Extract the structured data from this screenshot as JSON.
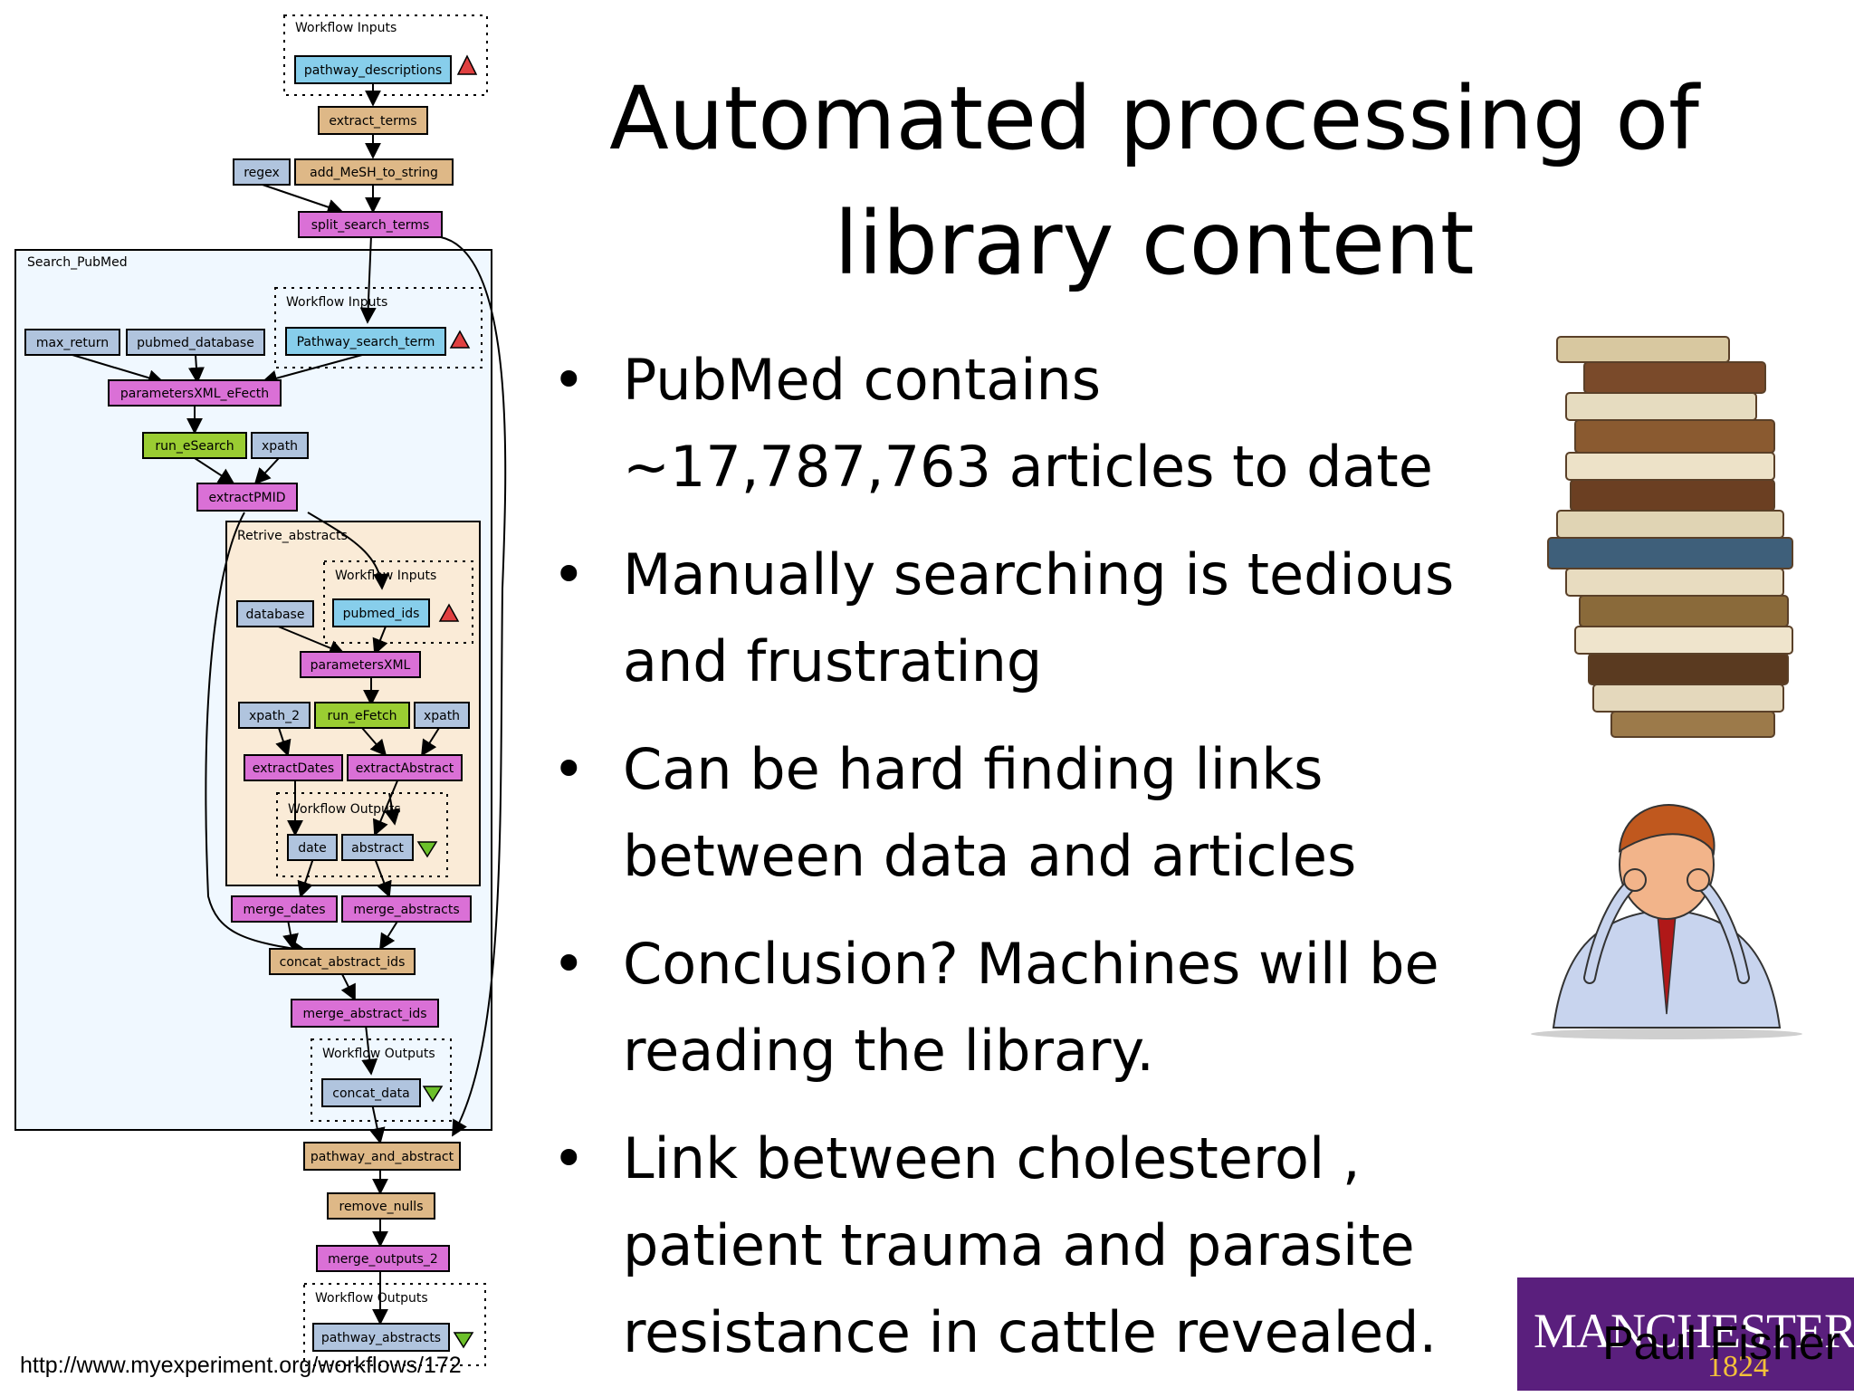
{
  "slide": {
    "title_line1": "Automated processing of",
    "title_line2": "library content",
    "bullets": [
      {
        "line1": "PubMed contains",
        "line2": "~17,787,763 articles to date"
      },
      {
        "line1": "Manually searching is tedious",
        "line2": "and frustrating"
      },
      {
        "line1": "Can be hard finding links",
        "line2": "between data and articles"
      },
      {
        "line1": "Conclusion? Machines will be",
        "line2": "reading the library."
      },
      {
        "line1": "Link between cholesterol ,",
        "line2": "patient trauma and parasite",
        "line3": "resistance in cattle revealed."
      }
    ],
    "url": "http://www.myexperiment.org/workflows/172",
    "author": "Paul Fisher",
    "logo": {
      "name": "MANCHESTER",
      "year": "1824",
      "color": "#5a1f7d"
    }
  },
  "workflow": {
    "colors": {
      "input": "#87ceeb",
      "beanshell": "#deb887",
      "constant": "#b0c4de",
      "soaplab": "#da70d6",
      "wsdl": "#9acd32",
      "nested_outer": "#f0f8ff",
      "nested_inner": "#faebd7"
    },
    "groups": {
      "search_pubmed": "Search_PubMed",
      "retrieve_abstracts": "Retrive_abstracts",
      "workflow_inputs": "Workflow Inputs",
      "workflow_outputs": "Workflow Outputs"
    },
    "nodes": {
      "pathway_descriptions": "pathway_descriptions",
      "extract_terms": "extract_terms",
      "regex": "regex",
      "add_mesh": "add_MeSH_to_string",
      "split_search_terms": "split_search_terms",
      "max_return": "max_return",
      "pubmed_database": "pubmed_database",
      "pathway_search_term": "Pathway_search_term",
      "parametersXML_eFecth": "parametersXML_eFecth",
      "run_eSearch": "run_eSearch",
      "xpath": "xpath",
      "extractPMID": "extractPMID",
      "database": "database",
      "pubmed_ids": "pubmed_ids",
      "parametersXML": "parametersXML",
      "xpath_2": "xpath_2",
      "run_eFetch": "run_eFetch",
      "xpath_b": "xpath",
      "extractDates": "extractDates",
      "extractAbstract": "extractAbstract",
      "date": "date",
      "abstract": "abstract",
      "merge_dates": "merge_dates",
      "merge_abstracts": "merge_abstracts",
      "concat_abstract_ids": "concat_abstract_ids",
      "merge_abstract_ids": "merge_abstract_ids",
      "concat_data": "concat_data",
      "pathway_and_abstract": "pathway_and_abstract",
      "remove_nulls": "remove_nulls",
      "merge_outputs_2": "merge_outputs_2",
      "pathway_abstracts": "pathway_abstracts"
    }
  }
}
